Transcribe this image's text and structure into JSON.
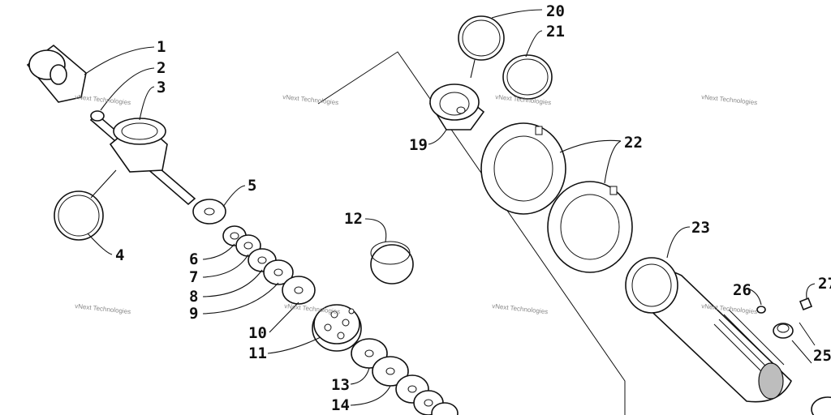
{
  "diagram": {
    "part_labels": [
      "1",
      "2",
      "3",
      "4",
      "5",
      "6",
      "7",
      "8",
      "9",
      "10",
      "11",
      "12",
      "13",
      "14",
      "19",
      "20",
      "21",
      "22",
      "23",
      "25",
      "26",
      "27"
    ],
    "watermark_text": "vNext Technologies",
    "colors": {
      "line": "#111111",
      "paper": "#ffffff",
      "watermark": "#8a8a8a"
    }
  }
}
